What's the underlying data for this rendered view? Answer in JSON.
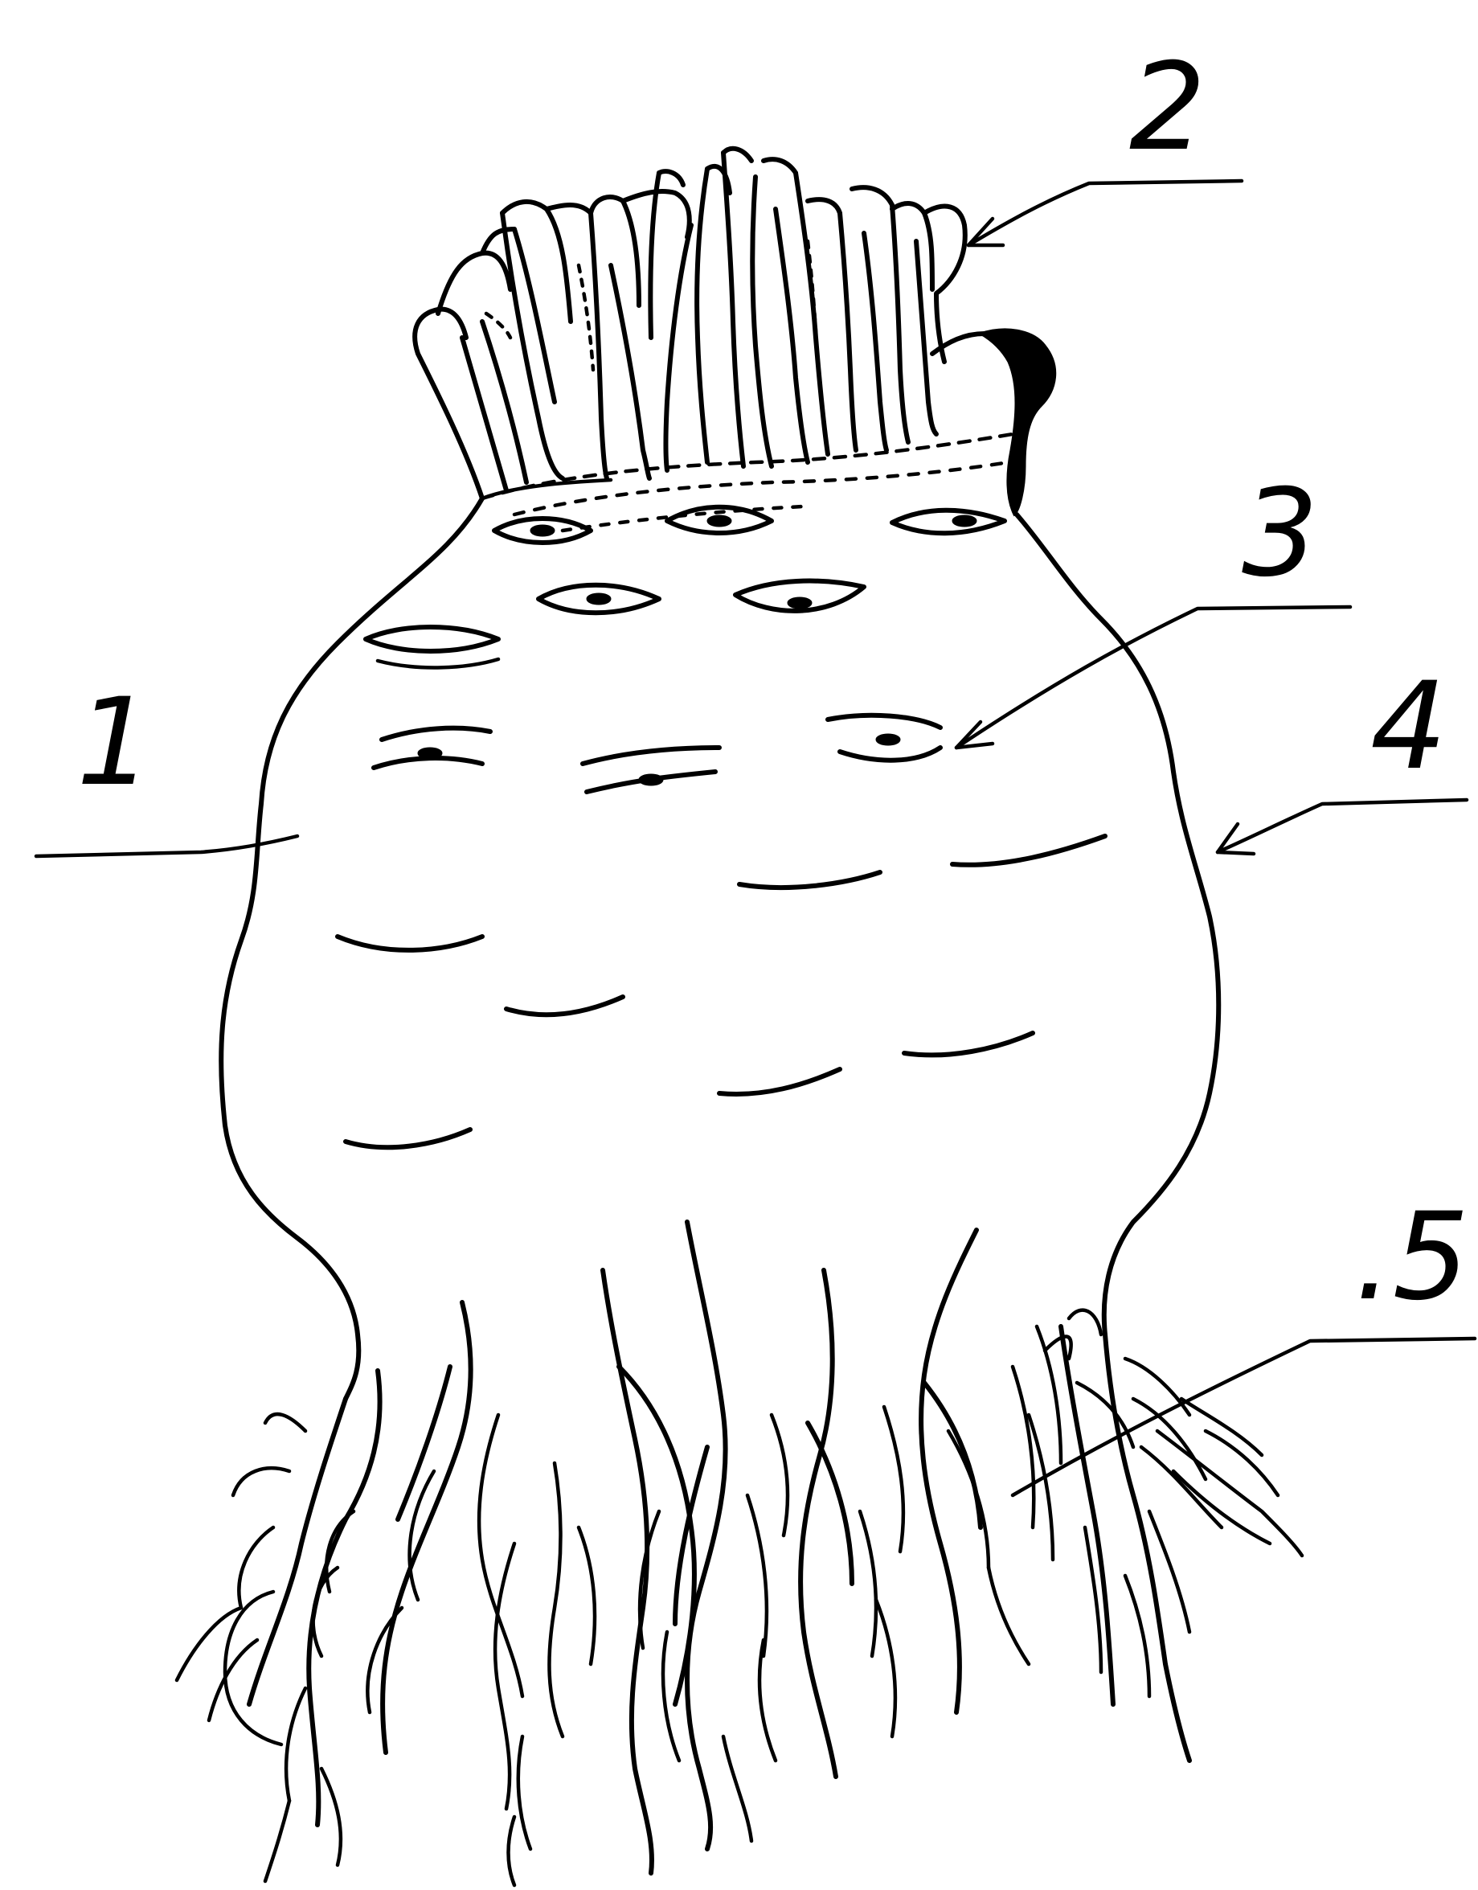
{
  "callouts": [
    {
      "id": "1",
      "label": "1"
    },
    {
      "id": "2",
      "label": "2"
    },
    {
      "id": "3",
      "label": "3"
    },
    {
      "id": "4",
      "label": "4"
    },
    {
      "id": "5",
      "label": ".5"
    }
  ],
  "colors": {
    "ink": "#000000",
    "background": "#ffffff"
  }
}
